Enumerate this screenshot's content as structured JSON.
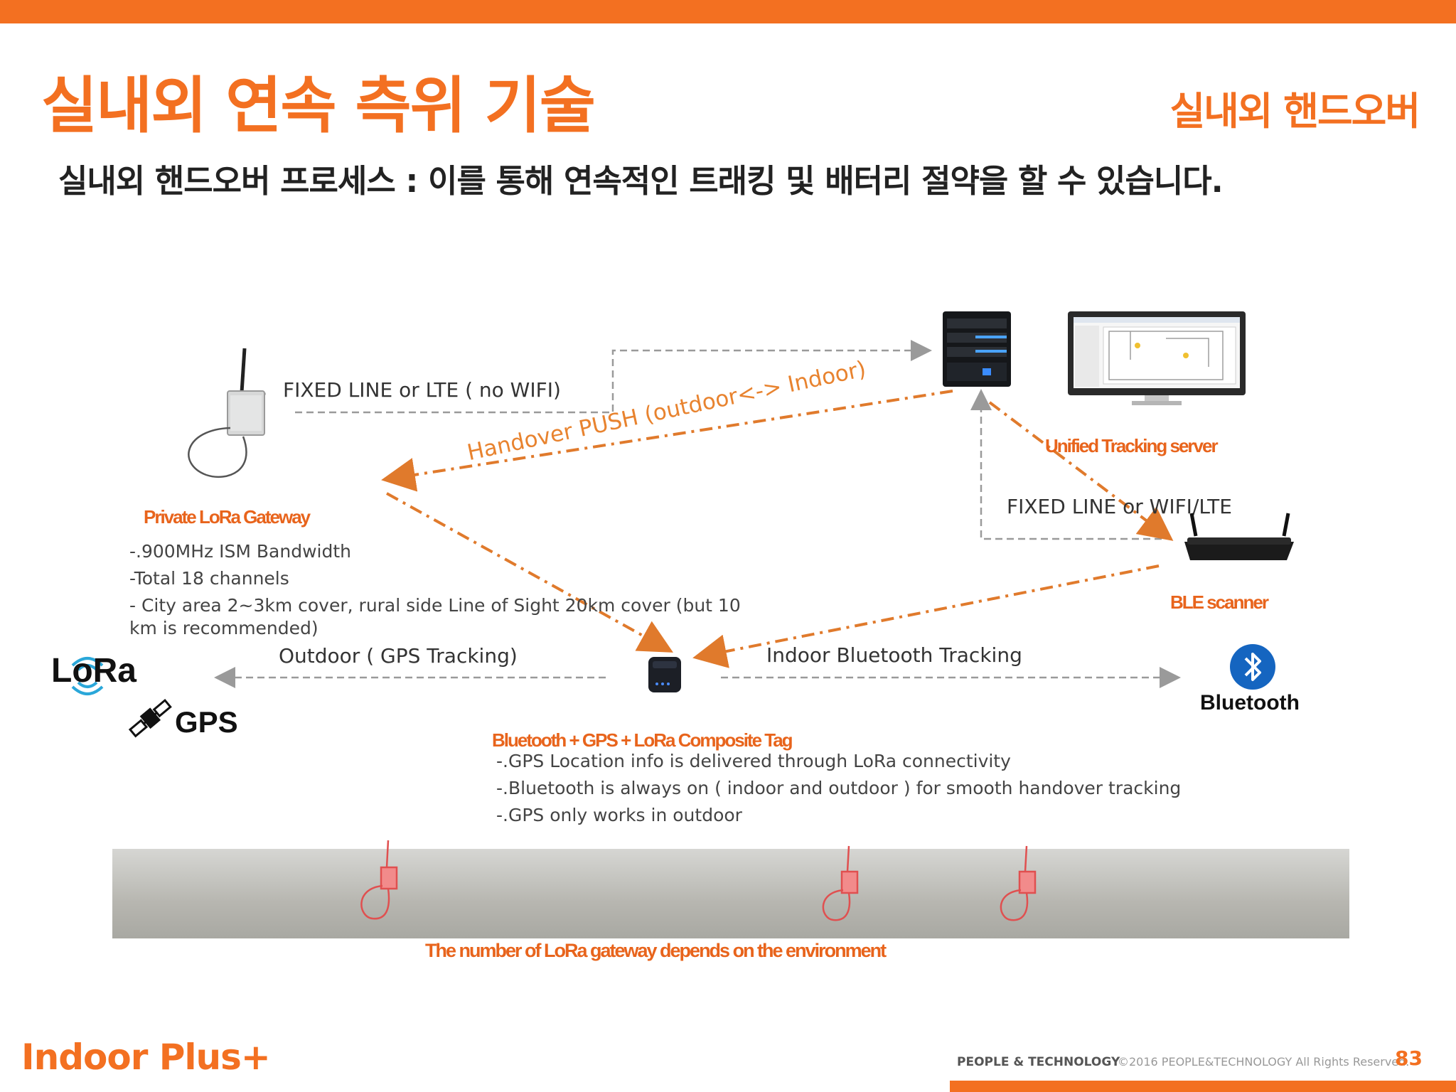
{
  "header": {
    "title": "실내외 연속 측위 기술",
    "section": "실내외 핸드오버",
    "subtitle": "실내외 핸드오버 프로세스 : 이를 통해 연속적인 트래킹 및 배터리 절약을 할 수 있습니다."
  },
  "diagram": {
    "link_gateway_server": "FIXED LINE or LTE ( no WIFI)",
    "handover_push": "Handover PUSH (outdoor<-> Indoor)",
    "server_label": "Unified Tracking server",
    "link_server_scanner": "FIXED LINE or WIFI/LTE",
    "gateway_label": "Private LoRa Gateway",
    "gateway_notes": [
      "-.900MHz ISM Bandwidth",
      "-Total 18 channels",
      "- City area 2~3km cover, rural side  Line of Sight 20km cover (but 10",
      "km is recommended)"
    ],
    "scanner_label": "BLE scanner",
    "outdoor_label": "Outdoor ( GPS Tracking)",
    "indoor_label": "Indoor Bluetooth Tracking",
    "lora_logo": "LoRa",
    "gps_logo": "GPS",
    "bluetooth_logo": "Bluetooth",
    "tag_label": "Bluetooth + GPS + LoRa  Composite Tag",
    "tag_notes": [
      "-.GPS  Location info is delivered through LoRa connectivity",
      "-.Bluetooth is always on ( indoor and outdoor ) for smooth handover tracking",
      "-.GPS  only works in outdoor"
    ],
    "gateway_count_note": "The number of LoRa gateway depends  on the environment"
  },
  "footer": {
    "brand": "Indoor Plus+",
    "company": "PEOPLE & TECHNOLOGY",
    "copyright": "©2016 PEOPLE&TECHNOLOGY  All Rights Reserved.",
    "page": "83"
  },
  "colors": {
    "accent": "#f37021",
    "arrow_orange": "#e07a2c",
    "dashed_gray": "#9a9a9a",
    "bluetooth_blue": "#1565c0"
  }
}
